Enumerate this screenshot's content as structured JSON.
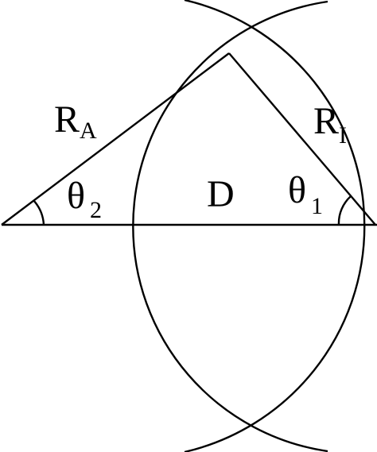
{
  "labels": {
    "r_a": {
      "main": "R",
      "sub": "A"
    },
    "r_i": {
      "main": "R",
      "sub": "I"
    },
    "theta_2": {
      "main": "θ",
      "sub": "2"
    },
    "theta_1": {
      "main": "θ",
      "sub": "1"
    },
    "d": "D"
  },
  "colors": {
    "stroke": "#000000",
    "background": "#ffffff"
  }
}
